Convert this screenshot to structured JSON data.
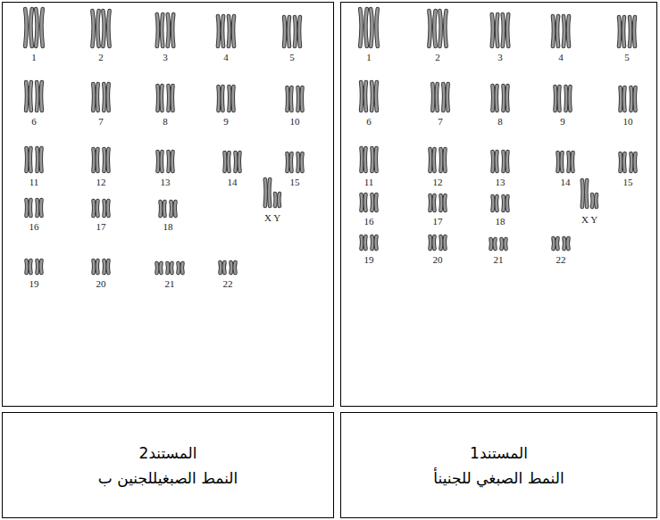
{
  "diagram": {
    "nodes": [
      {
        "text": [
          "المستند1",
          "النمط الصبغي للجنينأ"
        ]
      },
      {
        "text": [
          "المستند2",
          "النمط الصبغيللجنين ب"
        ]
      }
    ],
    "labels": [
      "1",
      "2",
      "3",
      "4",
      "5",
      "6",
      "7",
      "8",
      "9",
      "10",
      "11",
      "12",
      "13",
      "14",
      "15",
      "16",
      "17",
      "18",
      "19",
      "20",
      "21",
      "22",
      "X Y",
      "1",
      "2",
      "3",
      "4",
      "5",
      "6",
      "7",
      "8",
      "9",
      "10",
      "11",
      "12",
      "13",
      "14",
      "15",
      "16",
      "17",
      "18",
      "19",
      "20",
      "21",
      "22",
      "X Y"
    ]
  }
}
